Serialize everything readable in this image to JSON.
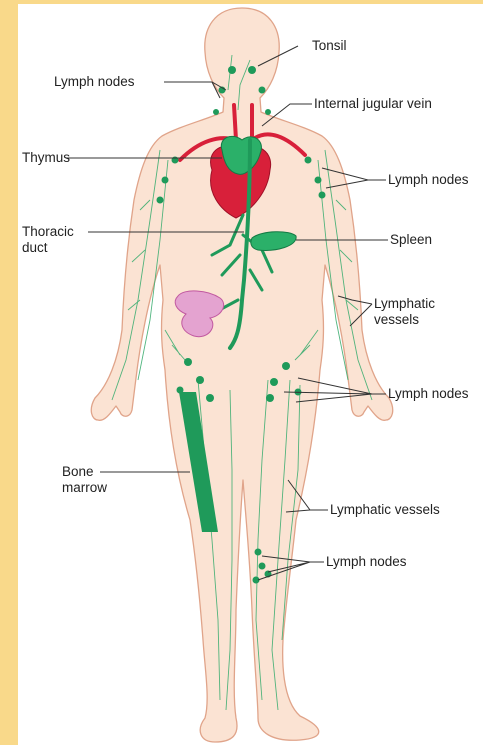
{
  "labels": {
    "tonsil": "Tonsil",
    "lymph_nodes_neck": "Lymph nodes",
    "internal_jugular_vein": "Internal jugular vein",
    "thymus": "Thymus",
    "lymph_nodes_axilla": "Lymph nodes",
    "thoracic_duct": "Thoracic\nduct",
    "spleen": "Spleen",
    "lymphatic_vessels_arm": "Lymphatic\nvessels",
    "lymph_nodes_groin": "Lymph nodes",
    "bone_marrow": "Bone\nmarrow",
    "lymphatic_vessels_leg": "Lymphatic vessels",
    "lymph_nodes_knee": "Lymph nodes"
  },
  "colors": {
    "background_stripe": "#f9d98a",
    "skin": "#fbe3d3",
    "skin_outline": "#e0a48a",
    "lymph_green": "#1f9a5a",
    "heart_red": "#d8203a",
    "intestine_pink": "#d77bb8"
  }
}
